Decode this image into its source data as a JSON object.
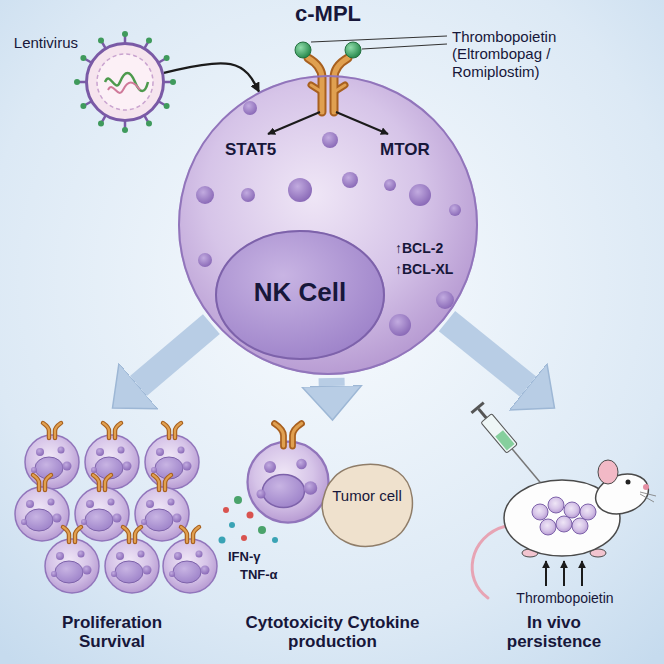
{
  "diagram": {
    "nodes": [
      {
        "text": [
          "Lentivirus"
        ]
      },
      {
        "text": [
          "STAT5",
          "MTOR",
          "↑BCL-2",
          "↑BCL-XL"
        ]
      },
      {
        "text": [
          "NK Cell"
        ],
        "in": 1
      },
      {
        "text": [
          "Proliferation Survival"
        ]
      },
      {
        "text": [
          "Cytotoxicity Cytokine production"
        ]
      },
      {
        "text": [
          "Tumor cell"
        ],
        "in": 4
      },
      {
        "text": [
          "In vivo persistence"
        ]
      }
    ],
    "edges": [
      {
        "from": 0,
        "to": 1,
        "arrow": "to"
      },
      {
        "from": 1,
        "to": 3,
        "arrow": "to"
      },
      {
        "from": 1,
        "to": 4,
        "arrow": "to"
      },
      {
        "from": 1,
        "to": 6,
        "arrow": "to"
      }
    ],
    "labels": [
      "c-MPL",
      "Thrombopoietin (Eltrombopag / Romiplostim)",
      "IFN-γ",
      "TNF-α",
      "Thrombopoietin"
    ]
  }
}
